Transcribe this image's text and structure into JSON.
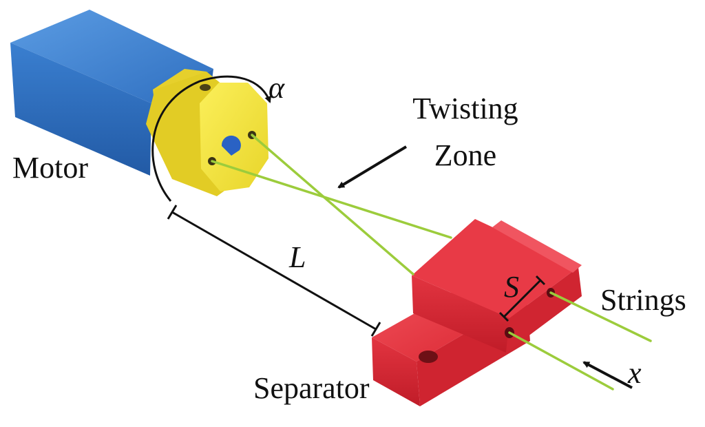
{
  "labels": {
    "motor": "Motor",
    "twisting_line1": "Twisting",
    "twisting_line2": "Zone",
    "separator": "Separator",
    "strings": "Strings"
  },
  "symbols": {
    "rotation": "α",
    "length": "L",
    "spacing": "S",
    "displacement": "x"
  },
  "colors": {
    "motor_body": "#3a7fd0",
    "motor_cap": "#f2e43a",
    "separator": "#e8313d",
    "string": "#9ccc3c",
    "annotation": "#111111"
  }
}
